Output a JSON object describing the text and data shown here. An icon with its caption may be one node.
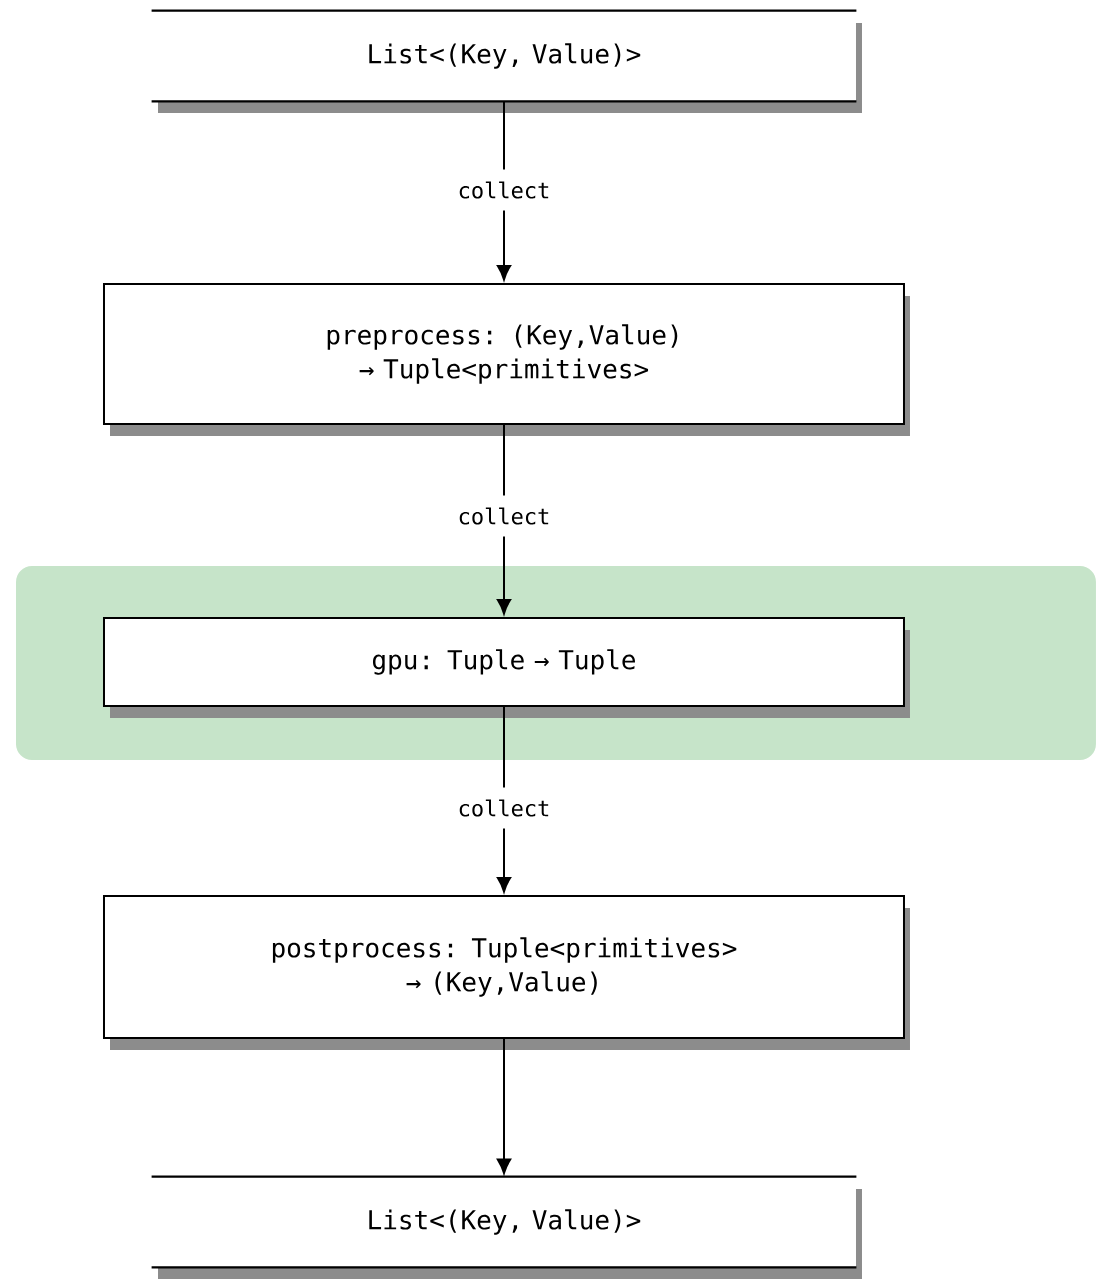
{
  "diagram": {
    "nodes": [
      {
        "text": [
          "List<(Key, Value)>"
        ]
      },
      {
        "text": [
          "preprocess: (Key,Value) → Tuple<primitives>"
        ]
      },
      {
        "text": [],
        "shape": "box"
      },
      {
        "text": [
          "gpu: Tuple → Tuple"
        ],
        "in": 2
      },
      {
        "text": [
          "postprocess: Tuple<primitives> → (Key,Value)"
        ]
      },
      {
        "text": [
          "List<(Key, Value)>"
        ]
      }
    ],
    "edges": [
      {
        "from": 0,
        "to": 1,
        "arrow": "to",
        "label": "collect"
      },
      {
        "from": 1,
        "to": 3,
        "arrow": "to",
        "label": "collect"
      },
      {
        "from": 3,
        "to": 4,
        "arrow": "to",
        "label": "collect"
      },
      {
        "from": 4,
        "to": 5,
        "arrow": "to"
      }
    ]
  }
}
